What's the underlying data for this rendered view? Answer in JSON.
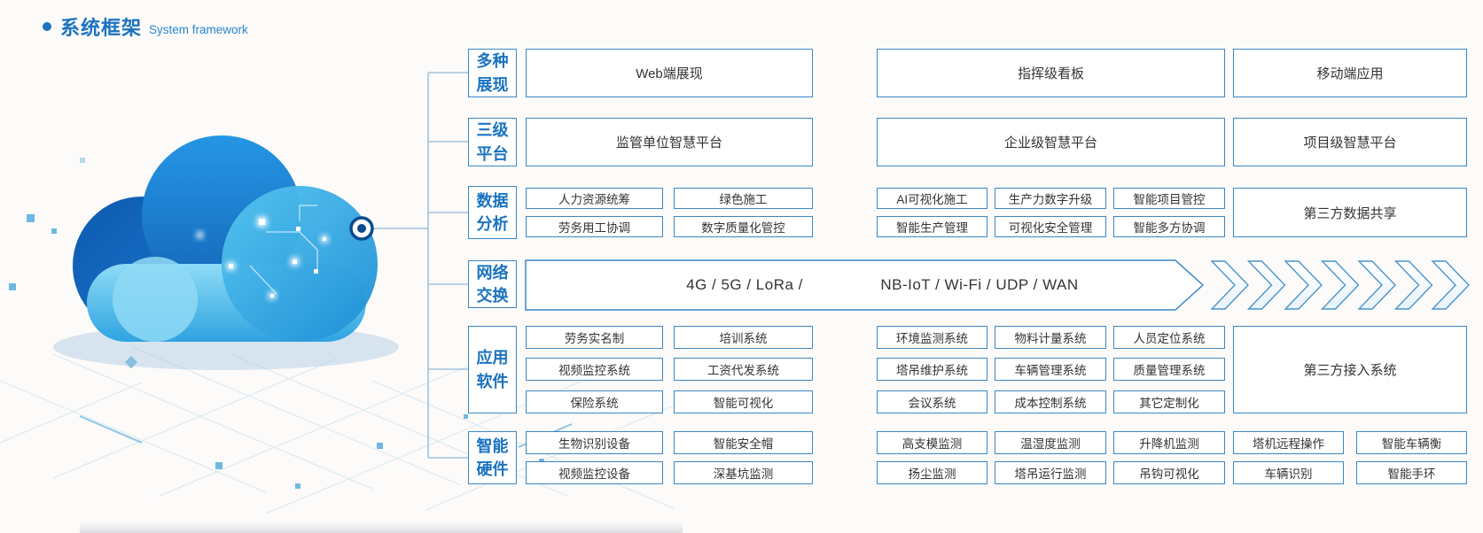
{
  "title": {
    "zh": "系统框架",
    "en": "System framework"
  },
  "colors": {
    "accent": "#1a73c0",
    "box_border": "#3b87c6",
    "connector_line": "#8fb6db",
    "text": "#333333",
    "node_ring": "#0a4a8c",
    "cloud_dark": "#0d5bb0",
    "cloud_light": "#55c5f0"
  },
  "icons": {
    "bullet": "dot",
    "node": "radio-ring",
    "flow_chevron": "chevron-right",
    "cloud": "cloud-illustration"
  },
  "categories": {
    "presentation": {
      "line1": "多种",
      "line2": "展现"
    },
    "platform": {
      "line1": "三级",
      "line2": "平台"
    },
    "data_analysis": {
      "line1": "数据",
      "line2": "分析"
    },
    "network": {
      "line1": "网络",
      "line2": "交换"
    },
    "software": {
      "line1": "应用",
      "line2": "软件"
    },
    "hardware": {
      "line1": "智能",
      "line2": "硬件"
    }
  },
  "rows": {
    "presentation": {
      "items": [
        "Web端展现",
        "指挥级看板",
        "移动端应用"
      ]
    },
    "platform": {
      "items": [
        "监管单位智慧平台",
        "企业级智慧平台",
        "项目级智慧平台"
      ]
    },
    "data_analysis": {
      "left": [
        [
          "人力资源统筹",
          "绿色施工"
        ],
        [
          "劳务用工协调",
          "数字质量化管控"
        ]
      ],
      "right": [
        [
          "AI可视化施工",
          "生产力数字升级",
          "智能项目管控"
        ],
        [
          "智能生产管理",
          "可视化安全管理",
          "智能多方协调"
        ]
      ],
      "third_party": "第三方数据共享"
    },
    "network": {
      "segment1": "4G / 5G / LoRa /",
      "segment2": "NB-IoT / Wi-Fi / UDP / WAN"
    },
    "software": {
      "left": [
        [
          "劳务实名制",
          "培训系统"
        ],
        [
          "视频监控系统",
          "工资代发系统"
        ],
        [
          "保险系统",
          "智能可视化"
        ]
      ],
      "right": [
        [
          "环境监测系统",
          "物料计量系统",
          "人员定位系统"
        ],
        [
          "塔吊维护系统",
          "车辆管理系统",
          "质量管理系统"
        ],
        [
          "会议系统",
          "成本控制系统",
          "其它定制化"
        ]
      ],
      "third_party": "第三方接入系统"
    },
    "hardware": {
      "left": [
        [
          "生物识别设备",
          "智能安全帽"
        ],
        [
          "视频监控设备",
          "深基坑监测"
        ]
      ],
      "right": [
        [
          "高支模监测",
          "温湿度监测",
          "升降机监测",
          "塔机远程操作",
          "智能车辆衡"
        ],
        [
          "扬尘监测",
          "塔吊运行监测",
          "吊钩可视化",
          "车辆识别",
          "智能手环"
        ]
      ]
    }
  }
}
